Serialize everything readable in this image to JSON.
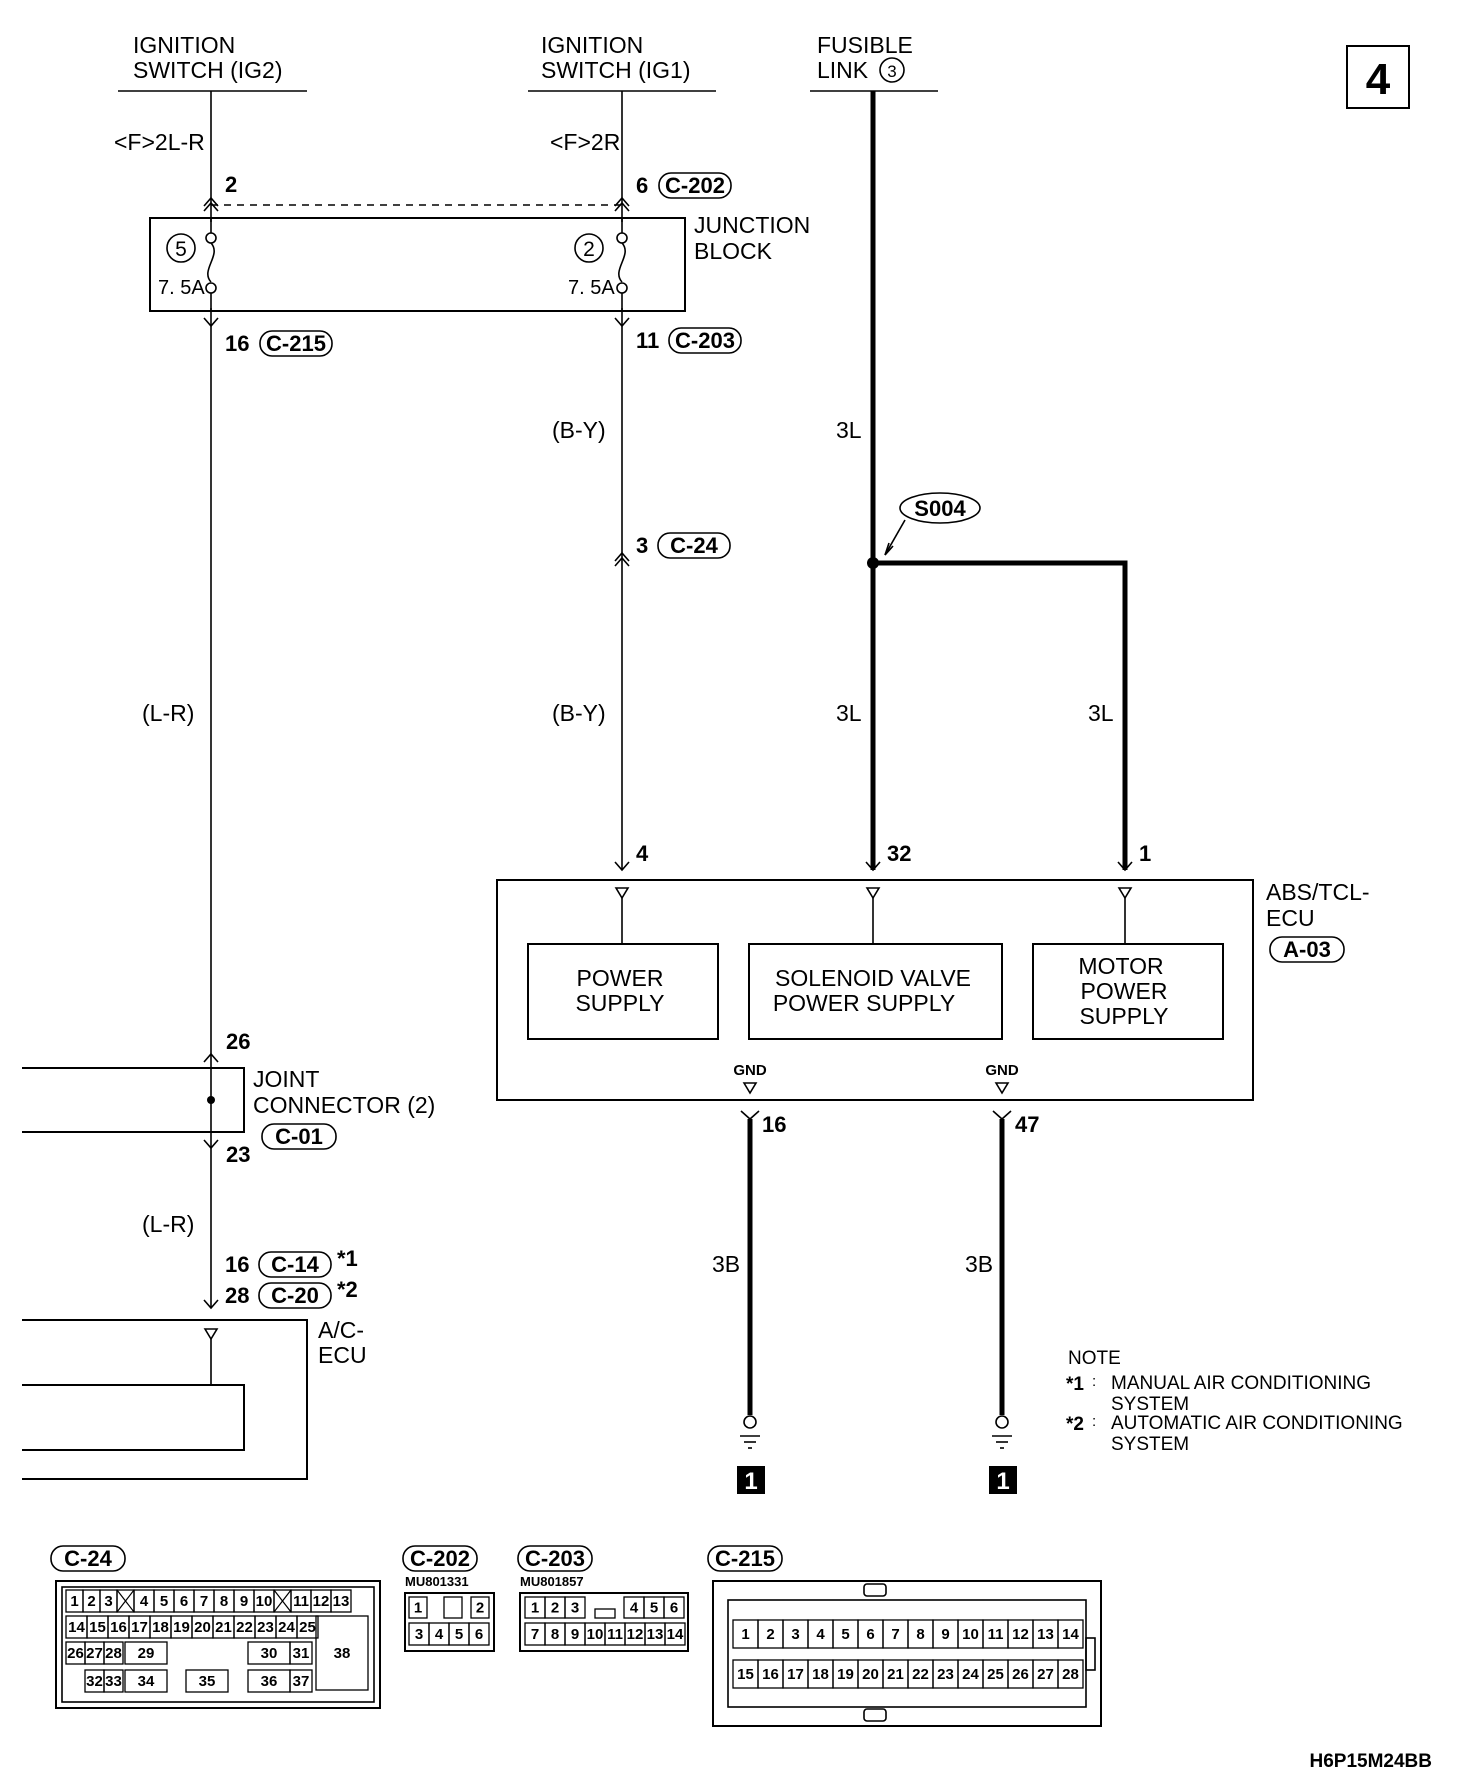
{
  "page_number": "4",
  "figure_code": "H6P15M24BB",
  "sources": {
    "ig2": [
      "IGNITION",
      "SWITCH (IG2)"
    ],
    "ig1": [
      "IGNITION",
      "SWITCH (IG1)"
    ],
    "fusible": [
      "FUSIBLE",
      "LINK",
      "3"
    ]
  },
  "wires": {
    "ig2_top": "<F>2L-R",
    "ig1_top": "<F>2R",
    "by_upper": "(B-Y)",
    "by_lower": "(B-Y)",
    "lr_mid": "(L-R)",
    "lr_low": "(L-R)",
    "fl_upper": "3L",
    "fl_lower": "3L",
    "branch": "3L",
    "gnd_left": "3B",
    "gnd_right": "3B"
  },
  "junction_block": {
    "label": [
      "JUNCTION",
      "BLOCK"
    ],
    "fuse_left_no": "5",
    "fuse_left_rating": "7. 5A",
    "fuse_right_no": "2",
    "fuse_right_rating": "7. 5A",
    "in_left_pin": "2",
    "in_right_pin": "6",
    "in_right_conn": "C-202",
    "out_left_pin": "16",
    "out_left_conn": "C-215",
    "out_right_pin": "11",
    "out_right_conn": "C-203"
  },
  "inline_conn": {
    "pin": "3",
    "conn": "C-24"
  },
  "splice": "S004",
  "abs_ecu": {
    "label": [
      "ABS/TCL-",
      "ECU"
    ],
    "conn": "A-03",
    "pins": [
      "4",
      "32",
      "1"
    ],
    "blocks": [
      [
        "POWER",
        "SUPPLY"
      ],
      [
        "SOLENOID VALVE",
        "POWER SUPPLY"
      ],
      [
        "MOTOR",
        "POWER",
        "SUPPLY"
      ]
    ],
    "gnd_label": "GND",
    "gnd_pins": [
      "16",
      "47"
    ]
  },
  "joint_connector": {
    "label": [
      "JOINT",
      "CONNECTOR (2)"
    ],
    "conn": "C-01",
    "pin_in": "26",
    "pin_out": "23"
  },
  "ac_ecu": {
    "label": [
      "A/C-",
      "ECU"
    ],
    "pin1": "16",
    "conn1": "C-14",
    "star1": "*1",
    "pin2": "28",
    "conn2": "C-20",
    "star2": "*2"
  },
  "ground_ref": "1",
  "note": {
    "title": "NOTE",
    "items": [
      {
        "key": "*1",
        "text": [
          "MANUAL AIR CONDITIONING",
          "SYSTEM"
        ]
      },
      {
        "key": "*2",
        "text": [
          "AUTOMATIC AIR CONDITIONING",
          "SYSTEM"
        ]
      }
    ]
  },
  "connector_faces": {
    "c24": {
      "name": "C-24",
      "row1": [
        "1",
        "2",
        "3",
        "4",
        "5",
        "6",
        "7",
        "8",
        "9",
        "10",
        "11",
        "12",
        "13"
      ],
      "row2": [
        "14",
        "15",
        "16",
        "17",
        "18",
        "19",
        "20",
        "21",
        "22",
        "23",
        "24",
        "25"
      ],
      "row3": [
        "26",
        "27",
        "28",
        "29",
        "30",
        "31"
      ],
      "row4": [
        "32",
        "33",
        "34",
        "35",
        "36",
        "37"
      ],
      "big": "38"
    },
    "c202": {
      "name": "C-202",
      "part": "MU801331",
      "row1": [
        "1",
        "2"
      ],
      "row2": [
        "3",
        "4",
        "5",
        "6"
      ]
    },
    "c203": {
      "name": "C-203",
      "part": "MU801857",
      "row1": [
        "1",
        "2",
        "3",
        "4",
        "5",
        "6"
      ],
      "row2": [
        "7",
        "8",
        "9",
        "10",
        "11",
        "12",
        "13",
        "14"
      ]
    },
    "c215": {
      "name": "C-215",
      "row1": [
        "1",
        "2",
        "3",
        "4",
        "5",
        "6",
        "7",
        "8",
        "9",
        "10",
        "11",
        "12",
        "13",
        "14"
      ],
      "row2": [
        "15",
        "16",
        "17",
        "18",
        "19",
        "20",
        "21",
        "22",
        "23",
        "24",
        "25",
        "26",
        "27",
        "28"
      ]
    }
  }
}
